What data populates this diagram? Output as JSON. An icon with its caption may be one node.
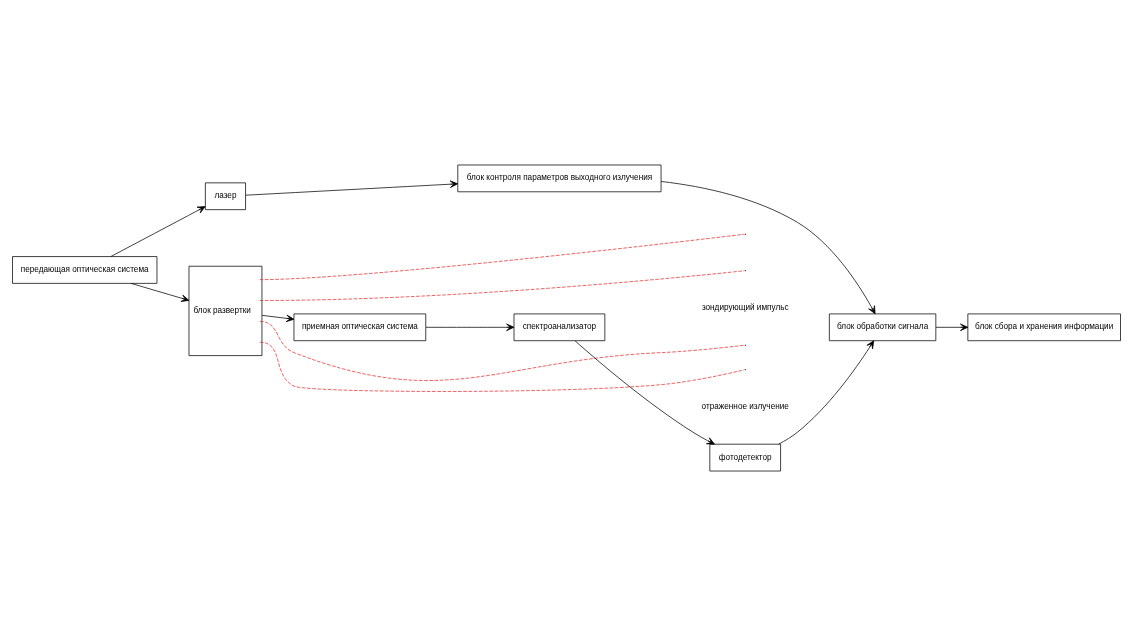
{
  "diagram": {
    "nodes": [
      {
        "text": [
          "лазер"
        ]
      },
      {
        "text": [
          "передающая оптическая система"
        ]
      },
      {
        "text": [
          "блок развертки"
        ]
      },
      {
        "text": [
          "приемная оптическая система"
        ]
      },
      {
        "text": [
          "спектроанализатор"
        ]
      },
      {
        "text": [
          "фотодетектор"
        ]
      },
      {
        "text": [
          "блок обработки сигнала"
        ]
      },
      {
        "text": [
          "блок сбора и хранения информации"
        ]
      },
      {
        "text": [
          "блок контроля параметров выходного излучения"
        ]
      }
    ],
    "edges": [
      {
        "from": 1,
        "to": 0,
        "arrow": "to"
      },
      {
        "from": 1,
        "to": 2,
        "arrow": "to"
      },
      {
        "from": 0,
        "to": 8,
        "arrow": "to"
      },
      {
        "from": 2,
        "to": 3,
        "arrow": "to"
      },
      {
        "from": 3,
        "to": 4,
        "arrow": "to"
      },
      {
        "from": 4,
        "to": 5,
        "arrow": "to"
      },
      {
        "from": 5,
        "to": 6,
        "arrow": "to"
      },
      {
        "from": 6,
        "to": 7,
        "arrow": "to"
      },
      {
        "from": 8,
        "to": 6,
        "arrow": "to"
      },
      {
        "from": 2,
        "to": null,
        "arrow": "none",
        "style": "dashed",
        "color": "#e03030"
      },
      {
        "from": 2,
        "to": null,
        "arrow": "none",
        "style": "dashed",
        "color": "#e03030"
      },
      {
        "from": 2,
        "to": null,
        "arrow": "none",
        "style": "dashed",
        "color": "#e03030"
      },
      {
        "from": 2,
        "to": null,
        "arrow": "none",
        "style": "dashed",
        "color": "#e03030"
      }
    ],
    "labels": [
      "зондирующий импульс",
      "отраженное излучение"
    ]
  }
}
